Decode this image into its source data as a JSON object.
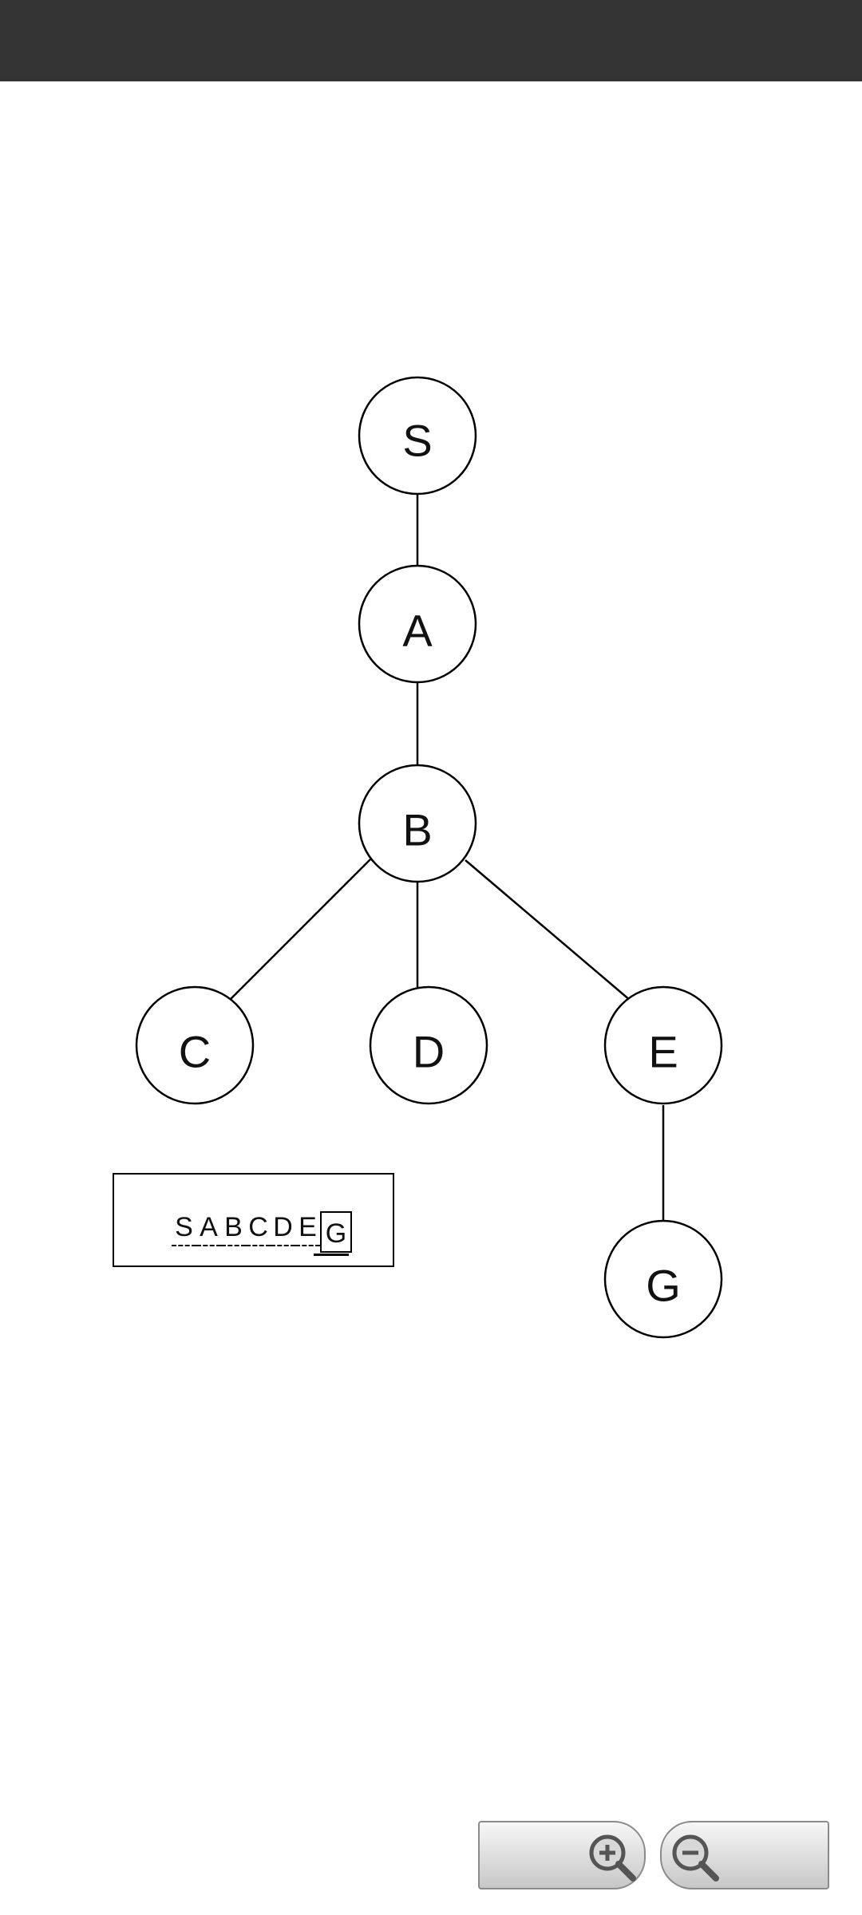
{
  "tree": {
    "nodes": [
      {
        "id": "S",
        "label": "S"
      },
      {
        "id": "A",
        "label": "A"
      },
      {
        "id": "B",
        "label": "B"
      },
      {
        "id": "C",
        "label": "C"
      },
      {
        "id": "D",
        "label": "D"
      },
      {
        "id": "E",
        "label": "E"
      },
      {
        "id": "G",
        "label": "G"
      }
    ],
    "edges": [
      [
        "S",
        "A"
      ],
      [
        "A",
        "B"
      ],
      [
        "B",
        "C"
      ],
      [
        "B",
        "D"
      ],
      [
        "B",
        "E"
      ],
      [
        "E",
        "G"
      ]
    ]
  },
  "path_box": {
    "visited": [
      "S",
      "A",
      "B",
      "C",
      "D",
      "E"
    ],
    "current": "G"
  },
  "controls": {
    "zoom_in_icon": "zoom-in-magnifier-icon",
    "zoom_out_icon": "zoom-out-magnifier-icon"
  },
  "colors": {
    "topbar": "#333333",
    "background": "#ffffff",
    "stroke": "#000000"
  }
}
